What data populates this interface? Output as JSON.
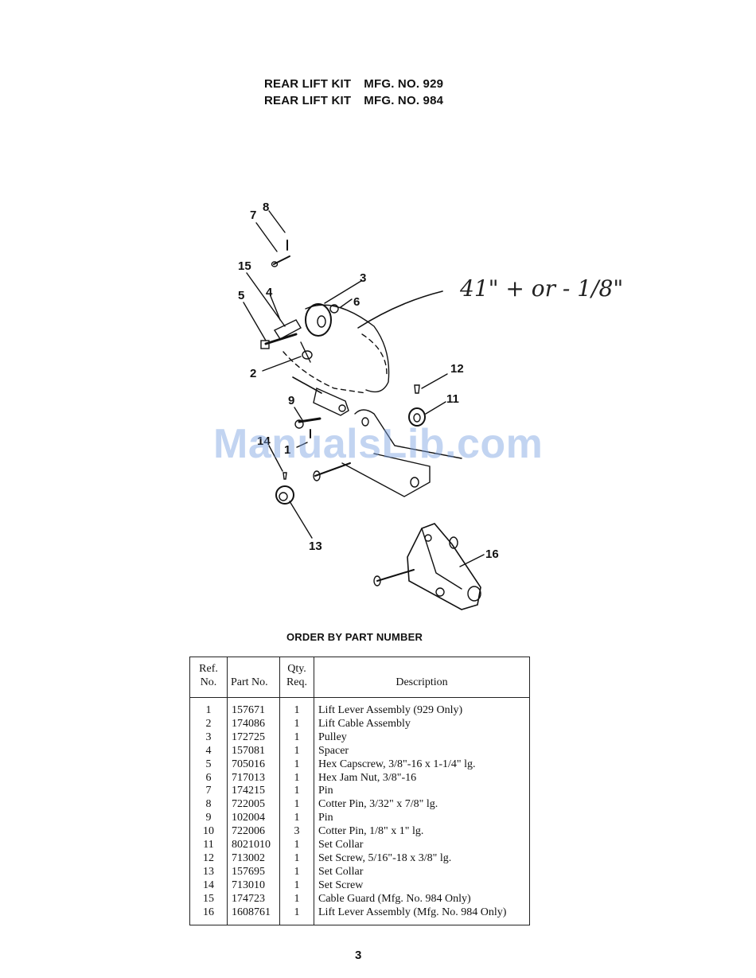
{
  "titles": [
    {
      "kit": "REAR LIFT KIT",
      "mfg": "MFG. NO. 929"
    },
    {
      "kit": "REAR LIFT KIT",
      "mfg": "MFG. NO. 984"
    }
  ],
  "diagram": {
    "callouts": [
      "1",
      "2",
      "3",
      "4",
      "5",
      "6",
      "7",
      "8",
      "9",
      "11",
      "12",
      "13",
      "15",
      "16",
      "14"
    ],
    "handwritten_note": "41\" + or - 1/8\""
  },
  "watermark": "ManualsLib.com",
  "order_heading": "ORDER BY PART NUMBER",
  "table": {
    "headers": {
      "ref": [
        "Ref.",
        "No."
      ],
      "part": "Part No.",
      "qty": [
        "Qty.",
        "Req."
      ],
      "desc": "Description"
    },
    "rows": [
      {
        "ref": "1",
        "part": "157671",
        "qty": "1",
        "desc": "Lift Lever Assembly  (929 Only)"
      },
      {
        "ref": "2",
        "part": "174086",
        "qty": "1",
        "desc": "Lift Cable Assembly"
      },
      {
        "ref": "3",
        "part": "172725",
        "qty": "1",
        "desc": "Pulley"
      },
      {
        "ref": "4",
        "part": "157081",
        "qty": "1",
        "desc": "Spacer"
      },
      {
        "ref": "5",
        "part": "705016",
        "qty": "1",
        "desc": "Hex Capscrew, 3/8\"-16 x 1-1/4\" lg."
      },
      {
        "ref": "6",
        "part": "717013",
        "qty": "1",
        "desc": "Hex Jam Nut, 3/8\"-16"
      },
      {
        "ref": "7",
        "part": "174215",
        "qty": "1",
        "desc": "Pin"
      },
      {
        "ref": "8",
        "part": "722005",
        "qty": "1",
        "desc": "Cotter Pin, 3/32\" x 7/8\" lg."
      },
      {
        "ref": "9",
        "part": "102004",
        "qty": "1",
        "desc": "Pin"
      },
      {
        "ref": "10",
        "part": "722006",
        "qty": "3",
        "desc": "Cotter Pin, 1/8\" x 1\" lg."
      },
      {
        "ref": "11",
        "part": "8021010",
        "qty": "1",
        "desc": "Set Collar"
      },
      {
        "ref": "12",
        "part": "713002",
        "qty": "1",
        "desc": "Set Screw, 5/16\"-18 x 3/8\" lg."
      },
      {
        "ref": "13",
        "part": "157695",
        "qty": "1",
        "desc": "Set Collar"
      },
      {
        "ref": "14",
        "part": "713010",
        "qty": "1",
        "desc": "Set Screw"
      },
      {
        "ref": "15",
        "part": "174723",
        "qty": "1",
        "desc": "Cable Guard (Mfg. No. 984 Only)"
      },
      {
        "ref": "16",
        "part": "1608761",
        "qty": "1",
        "desc": "Lift Lever Assembly (Mfg. No. 984 Only)"
      }
    ]
  },
  "page_number": "3"
}
